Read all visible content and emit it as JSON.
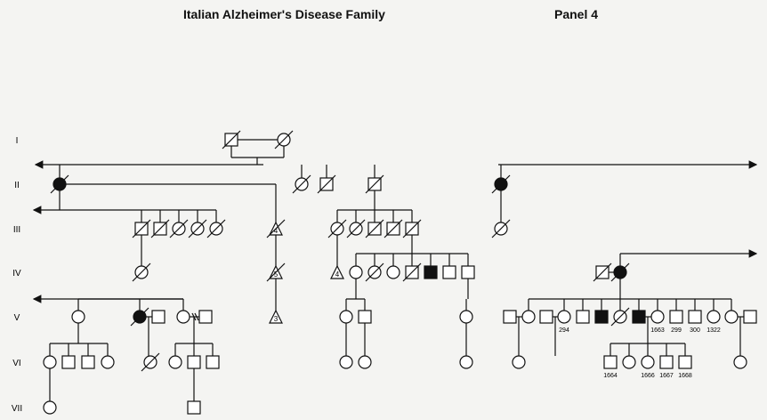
{
  "title": "Italian Alzheimer's Disease Family",
  "panel": "Panel 4",
  "generations": [
    "I",
    "II",
    "III",
    "IV",
    "V",
    "VI",
    "VII"
  ],
  "individuals": [
    {
      "id": "I-1",
      "gen": 1,
      "sex": "M",
      "deceased": true
    },
    {
      "id": "I-2",
      "gen": 1,
      "sex": "F",
      "deceased": true
    },
    {
      "id": "II-a",
      "gen": 2,
      "sex": "F",
      "affected": true,
      "deceased": true
    },
    {
      "id": "II-b",
      "gen": 2,
      "sex": "F",
      "deceased": true
    },
    {
      "id": "II-c",
      "gen": 2,
      "sex": "M",
      "deceased": true
    },
    {
      "id": "II-d",
      "gen": 2,
      "sex": "M",
      "deceased": true
    },
    {
      "id": "II-e",
      "gen": 2,
      "sex": "F",
      "affected": true,
      "deceased": true
    },
    {
      "id": "III-1",
      "gen": 3,
      "sex": "M",
      "deceased": true
    },
    {
      "id": "III-2",
      "gen": 3,
      "sex": "M",
      "deceased": true
    },
    {
      "id": "III-3",
      "gen": 3,
      "sex": "F",
      "deceased": true
    },
    {
      "id": "III-4",
      "gen": 3,
      "sex": "F",
      "deceased": true
    },
    {
      "id": "III-5",
      "gen": 3,
      "sex": "F",
      "deceased": true
    },
    {
      "id": "III-tri",
      "gen": 3,
      "sex": "U",
      "count": "4",
      "deceased": true
    },
    {
      "id": "III-6",
      "gen": 3,
      "sex": "F",
      "deceased": true
    },
    {
      "id": "III-7",
      "gen": 3,
      "sex": "F",
      "deceased": true
    },
    {
      "id": "III-8",
      "gen": 3,
      "sex": "M",
      "deceased": true
    },
    {
      "id": "III-9",
      "gen": 3,
      "sex": "M",
      "deceased": true
    },
    {
      "id": "III-10",
      "gen": 3,
      "sex": "M",
      "deceased": true
    },
    {
      "id": "III-11",
      "gen": 3,
      "sex": "F",
      "deceased": true
    },
    {
      "id": "IV-1",
      "gen": 4,
      "sex": "F",
      "deceased": true
    },
    {
      "id": "IV-tri",
      "gen": 4,
      "sex": "U",
      "count": "5",
      "deceased": true
    },
    {
      "id": "IV-tri2",
      "gen": 4,
      "sex": "U",
      "count": "4"
    },
    {
      "id": "IV-2",
      "gen": 4,
      "sex": "F"
    },
    {
      "id": "IV-3",
      "gen": 4,
      "sex": "F",
      "deceased": true
    },
    {
      "id": "IV-4",
      "gen": 4,
      "sex": "F"
    },
    {
      "id": "IV-5",
      "gen": 4,
      "sex": "M",
      "deceased": true
    },
    {
      "id": "IV-6",
      "gen": 4,
      "sex": "M",
      "affected": true
    },
    {
      "id": "IV-7",
      "gen": 4,
      "sex": "M"
    },
    {
      "id": "IV-8",
      "gen": 4,
      "sex": "M"
    },
    {
      "id": "IV-9",
      "gen": 4,
      "sex": "M",
      "deceased": true
    },
    {
      "id": "IV-10",
      "gen": 4,
      "sex": "F",
      "affected": true,
      "deceased": true
    },
    {
      "id": "V-1",
      "gen": 5,
      "sex": "F"
    },
    {
      "id": "V-2",
      "gen": 5,
      "sex": "F",
      "affected": true,
      "deceased": true
    },
    {
      "id": "V-3",
      "gen": 5,
      "sex": "M"
    },
    {
      "id": "V-4",
      "gen": 5,
      "sex": "F"
    },
    {
      "id": "V-5",
      "gen": 5,
      "sex": "M"
    },
    {
      "id": "V-tri",
      "gen": 5,
      "sex": "U",
      "count": "3"
    },
    {
      "id": "V-6",
      "gen": 5,
      "sex": "F"
    },
    {
      "id": "V-7",
      "gen": 5,
      "sex": "M"
    },
    {
      "id": "V-8",
      "gen": 5,
      "sex": "F"
    },
    {
      "id": "V-9",
      "gen": 5,
      "sex": "M"
    },
    {
      "id": "V-10",
      "gen": 5,
      "sex": "F"
    },
    {
      "id": "V-11",
      "gen": 5,
      "sex": "M"
    },
    {
      "id": "V-12",
      "gen": 5,
      "sex": "F",
      "label": "294"
    },
    {
      "id": "V-13",
      "gen": 5,
      "sex": "M"
    },
    {
      "id": "V-14",
      "gen": 5,
      "sex": "M",
      "affected": true
    },
    {
      "id": "V-15",
      "gen": 5,
      "sex": "F",
      "deceased": true
    },
    {
      "id": "V-16",
      "gen": 5,
      "sex": "M",
      "affected": true
    },
    {
      "id": "V-17",
      "gen": 5,
      "sex": "F",
      "label": "1663"
    },
    {
      "id": "V-18",
      "gen": 5,
      "sex": "M",
      "label": "299"
    },
    {
      "id": "V-19",
      "gen": 5,
      "sex": "M",
      "label": "300"
    },
    {
      "id": "V-20",
      "gen": 5,
      "sex": "F",
      "label": "1322"
    },
    {
      "id": "V-21",
      "gen": 5,
      "sex": "F"
    },
    {
      "id": "V-22",
      "gen": 5,
      "sex": "M"
    },
    {
      "id": "VI-1",
      "gen": 6,
      "sex": "F"
    },
    {
      "id": "VI-2",
      "gen": 6,
      "sex": "M"
    },
    {
      "id": "VI-3",
      "gen": 6,
      "sex": "M"
    },
    {
      "id": "VI-4",
      "gen": 6,
      "sex": "F"
    },
    {
      "id": "VI-5",
      "gen": 6,
      "sex": "F",
      "deceased": true
    },
    {
      "id": "VI-6",
      "gen": 6,
      "sex": "F"
    },
    {
      "id": "VI-7",
      "gen": 6,
      "sex": "M"
    },
    {
      "id": "VI-8",
      "gen": 6,
      "sex": "M"
    },
    {
      "id": "VI-9",
      "gen": 6,
      "sex": "F"
    },
    {
      "id": "VI-10",
      "gen": 6,
      "sex": "F"
    },
    {
      "id": "VI-11",
      "gen": 6,
      "sex": "F"
    },
    {
      "id": "VI-12",
      "gen": 6,
      "sex": "F"
    },
    {
      "id": "VI-13",
      "gen": 6,
      "sex": "M",
      "label": "1664"
    },
    {
      "id": "VI-14",
      "gen": 6,
      "sex": "F"
    },
    {
      "id": "VI-15",
      "gen": 6,
      "sex": "F",
      "label": "1666"
    },
    {
      "id": "VI-16",
      "gen": 6,
      "sex": "M",
      "label": "1667"
    },
    {
      "id": "VI-17",
      "gen": 6,
      "sex": "M",
      "label": "1668"
    },
    {
      "id": "VI-18",
      "gen": 6,
      "sex": "F"
    },
    {
      "id": "VII-1",
      "gen": 7,
      "sex": "F"
    },
    {
      "id": "VII-2",
      "gen": 7,
      "sex": "M"
    }
  ]
}
